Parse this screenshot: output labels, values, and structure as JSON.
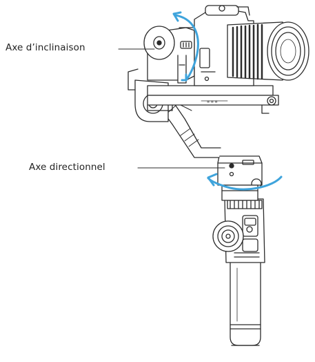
{
  "labels": {
    "tilt_axis": "Axe d’inclinaison",
    "pan_axis": "Axe directionnel"
  },
  "colors": {
    "line": "#2b2b2b",
    "arrow": "#3fa4dc",
    "background": "#ffffff"
  },
  "icons": {
    "tilt_arrow": "curved-rotation-arrow",
    "pan_arrow": "curved-rotation-arrow"
  }
}
